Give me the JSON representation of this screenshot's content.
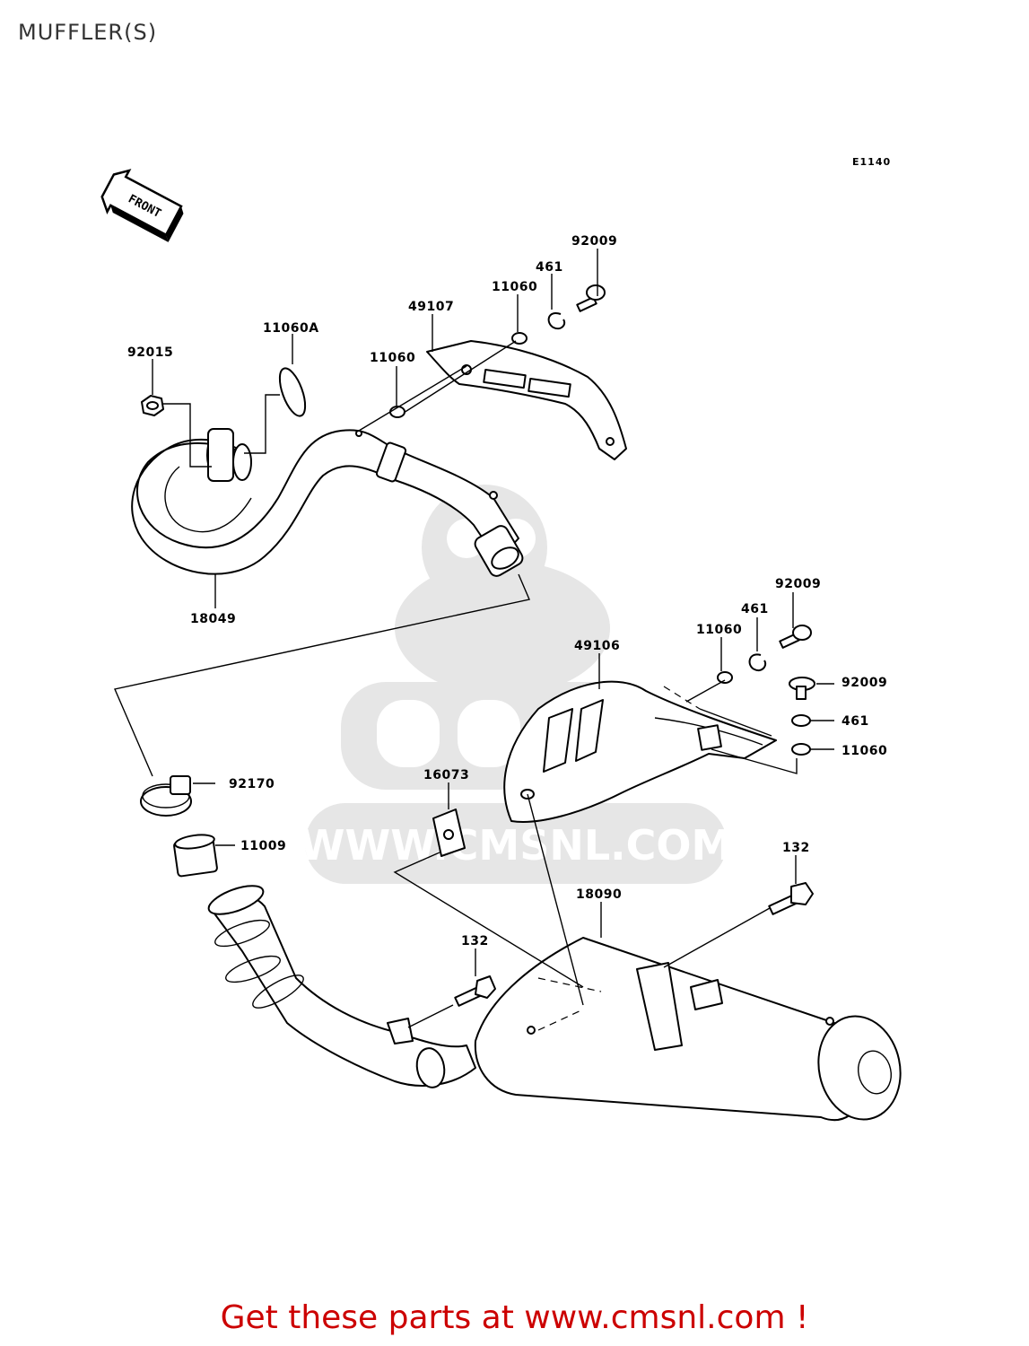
{
  "page": {
    "title": "MUFFLER(S)",
    "diagram_code": "E1140",
    "footer_cta": "Get these parts at www.cmsnl.com !",
    "watermark_text": "WWW.CMSNL.COM"
  },
  "direction_arrow": {
    "label": "FRONT"
  },
  "callouts": [
    {
      "id": "92009-top",
      "label": "92009"
    },
    {
      "id": "461-top",
      "label": "461"
    },
    {
      "id": "11060-top",
      "label": "11060"
    },
    {
      "id": "49107",
      "label": "49107"
    },
    {
      "id": "11060-left",
      "label": "11060"
    },
    {
      "id": "11060A",
      "label": "11060A"
    },
    {
      "id": "92015",
      "label": "92015"
    },
    {
      "id": "18049",
      "label": "18049"
    },
    {
      "id": "92009-mid",
      "label": "92009"
    },
    {
      "id": "461-mid",
      "label": "461"
    },
    {
      "id": "11060-mid",
      "label": "11060"
    },
    {
      "id": "49106",
      "label": "49106"
    },
    {
      "id": "92009-right",
      "label": "92009"
    },
    {
      "id": "461-right",
      "label": "461"
    },
    {
      "id": "11060-right",
      "label": "11060"
    },
    {
      "id": "16073",
      "label": "16073"
    },
    {
      "id": "92170",
      "label": "92170"
    },
    {
      "id": "11009",
      "label": "11009"
    },
    {
      "id": "132-right",
      "label": "132"
    },
    {
      "id": "18090",
      "label": "18090"
    },
    {
      "id": "132-left",
      "label": "132"
    }
  ],
  "colors": {
    "cta": "#cc0000",
    "watermark": "#e6e6e6",
    "line": "#000000"
  }
}
